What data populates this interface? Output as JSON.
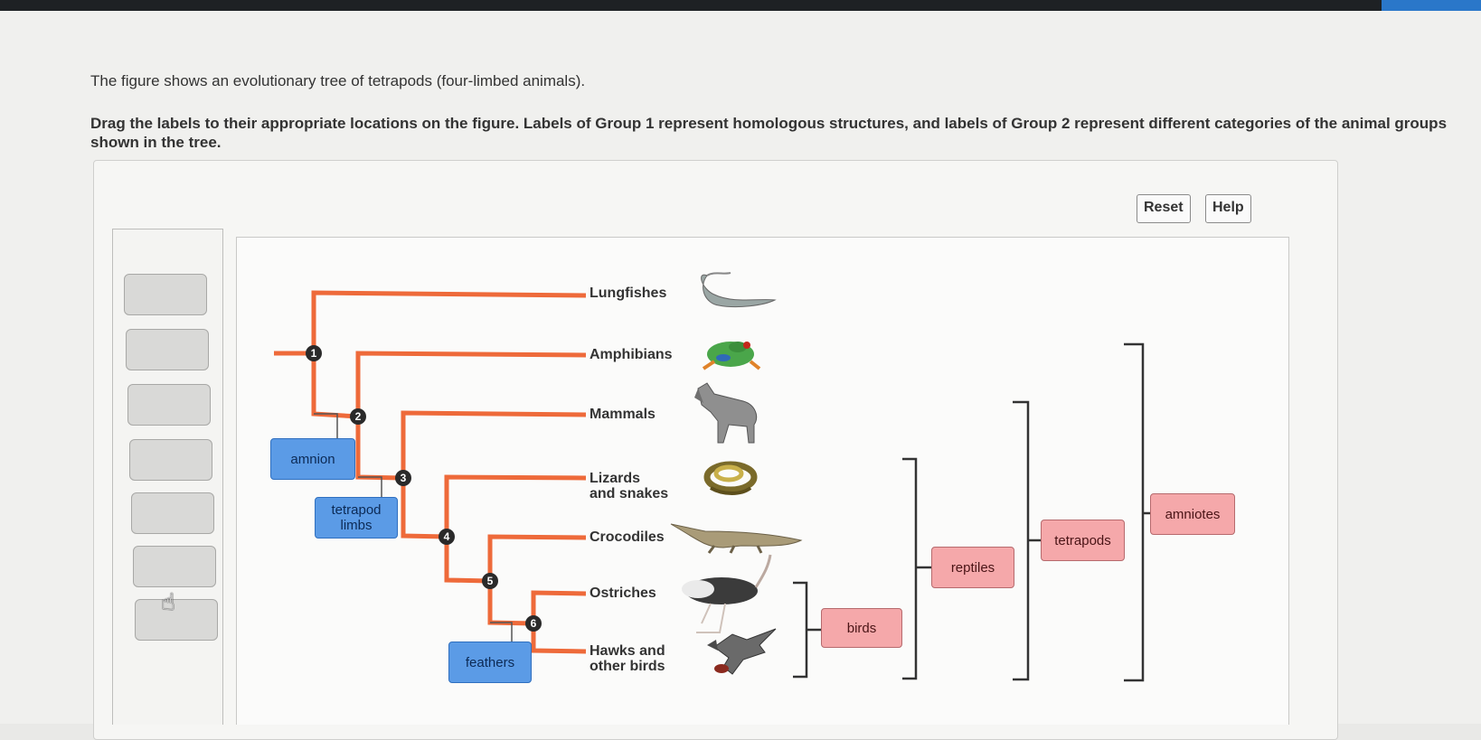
{
  "intro_text": "The figure shows an evolutionary tree of tetrapods (four-limbed animals).",
  "instructions": "Drag the labels to their appropriate locations on the figure. Labels of Group 1 represent homologous structures, and labels of Group 2 represent different categories of the animal groups shown in the tree.",
  "toolbar": {
    "reset_label": "Reset",
    "help_label": "Help"
  },
  "taxa": {
    "lungfishes": "Lungfishes",
    "amphibians": "Amphibians",
    "mammals": "Mammals",
    "lizards_1": "Lizards",
    "lizards_2": "and snakes",
    "crocodiles": "Crocodiles",
    "ostriches": "Ostriches",
    "hawks_1": "Hawks and",
    "hawks_2": "other birds"
  },
  "nodes": [
    "1",
    "2",
    "3",
    "4",
    "5",
    "6"
  ],
  "group1_labels": {
    "amnion": "amnion",
    "tetrapod_limbs_1": "tetrapod",
    "tetrapod_limbs_2": "limbs",
    "feathers": "feathers"
  },
  "group2_labels": {
    "birds": "birds",
    "reptiles": "reptiles",
    "tetrapods": "tetrapods",
    "amniotes": "amniotes"
  },
  "colors": {
    "branch": "#ee6a3a",
    "node": "#2a2a2a",
    "group1_fill": "#5b9be6",
    "group2_fill": "#f5a8aa"
  },
  "animal_icons": [
    "lungfish-icon",
    "frog-icon",
    "wolf-icon",
    "snake-icon",
    "crocodile-icon",
    "ostrich-icon",
    "hawk-icon"
  ]
}
